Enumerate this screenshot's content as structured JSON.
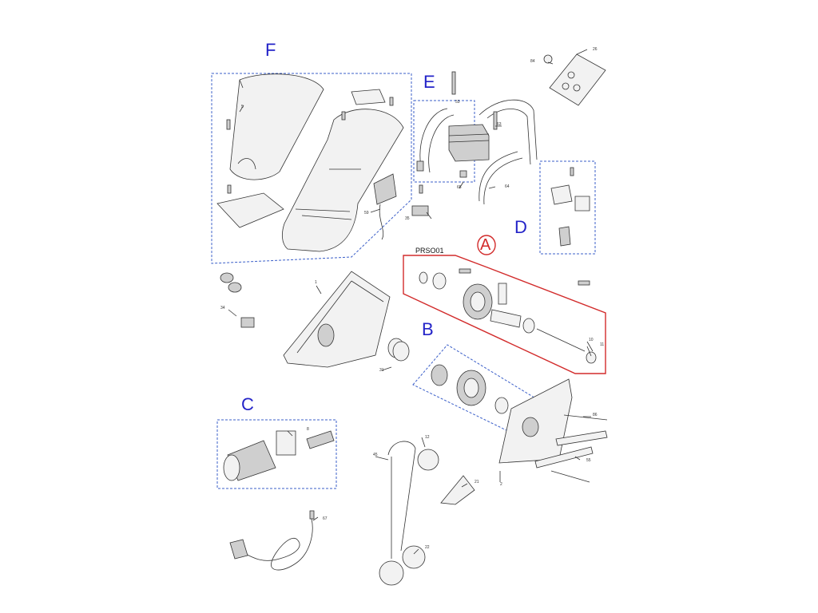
{
  "groups": {
    "A": "A",
    "B": "B",
    "C": "C",
    "D": "D",
    "E": "E",
    "F": "F"
  },
  "kit_code": "PRSO01",
  "part_numbers": {
    "p5": "5",
    "p26": "26",
    "p84": "84",
    "p53": "53",
    "p63": "63",
    "p65": "65",
    "p64": "64",
    "p35": "35",
    "p59": "59",
    "p1": "1",
    "p34": "34",
    "p31": "31",
    "p10": "10",
    "p11": "11",
    "p86": "86",
    "p55": "55",
    "p2": "2",
    "p8": "8",
    "p12": "12",
    "p45": "45",
    "p21": "21",
    "p22": "22",
    "p67": "67"
  },
  "colors": {
    "group_letter": "#2323c8",
    "group_box": "#3b5fc9",
    "highlight": "#d22b2b",
    "line": "#333333"
  }
}
